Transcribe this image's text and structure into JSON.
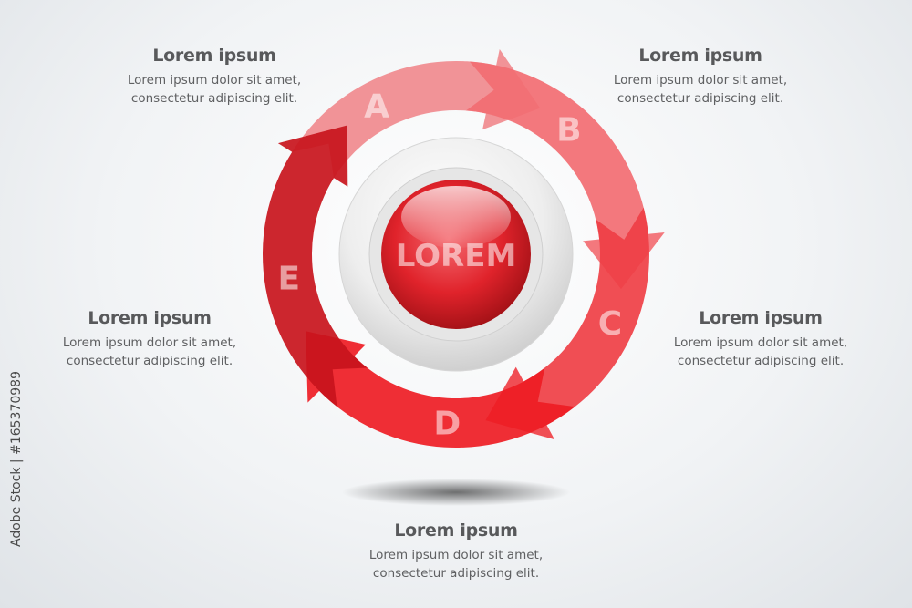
{
  "center": {
    "label": "LOREM"
  },
  "segments": [
    {
      "letter": "A",
      "color": "#f08a8e"
    },
    {
      "letter": "B",
      "color": "#f26c72"
    },
    {
      "letter": "C",
      "color": "#ef3f45"
    },
    {
      "letter": "D",
      "color": "#ee1c24"
    },
    {
      "letter": "E",
      "color": "#c8141c"
    }
  ],
  "text_blocks": [
    {
      "id": "a",
      "heading": "Lorem ipsum",
      "line1": "Lorem ipsum dolor sit amet,",
      "line2": "consectetur adipiscing elit."
    },
    {
      "id": "b",
      "heading": "Lorem ipsum",
      "line1": "Lorem ipsum dolor sit amet,",
      "line2": "consectetur adipiscing elit."
    },
    {
      "id": "c",
      "heading": "Lorem ipsum",
      "line1": "Lorem ipsum dolor sit amet,",
      "line2": "consectetur adipiscing elit."
    },
    {
      "id": "d",
      "heading": "Lorem ipsum",
      "line1": "Lorem ipsum dolor sit amet,",
      "line2": "consectetur adipiscing elit."
    },
    {
      "id": "e",
      "heading": "Lorem ipsum",
      "line1": "Lorem ipsum dolor sit amet,",
      "line2": "consectetur adipiscing elit."
    }
  ],
  "credit": "Adobe Stock | #165370989"
}
